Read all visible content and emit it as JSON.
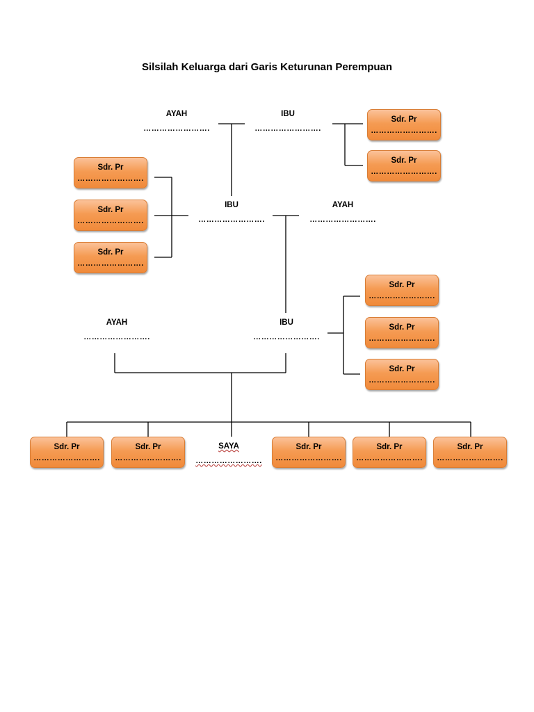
{
  "title": "Silsilah Keluarga dari Garis Keturunan Perempuan",
  "labels": {
    "ayah": "AYAH",
    "ibu": "IBU",
    "saya": "SAYA",
    "sibling": "Sdr. Pr",
    "placeholder": "……………………."
  },
  "colors": {
    "box_fill": "#f59b53",
    "box_border": "#d97d35",
    "line": "#000000"
  }
}
